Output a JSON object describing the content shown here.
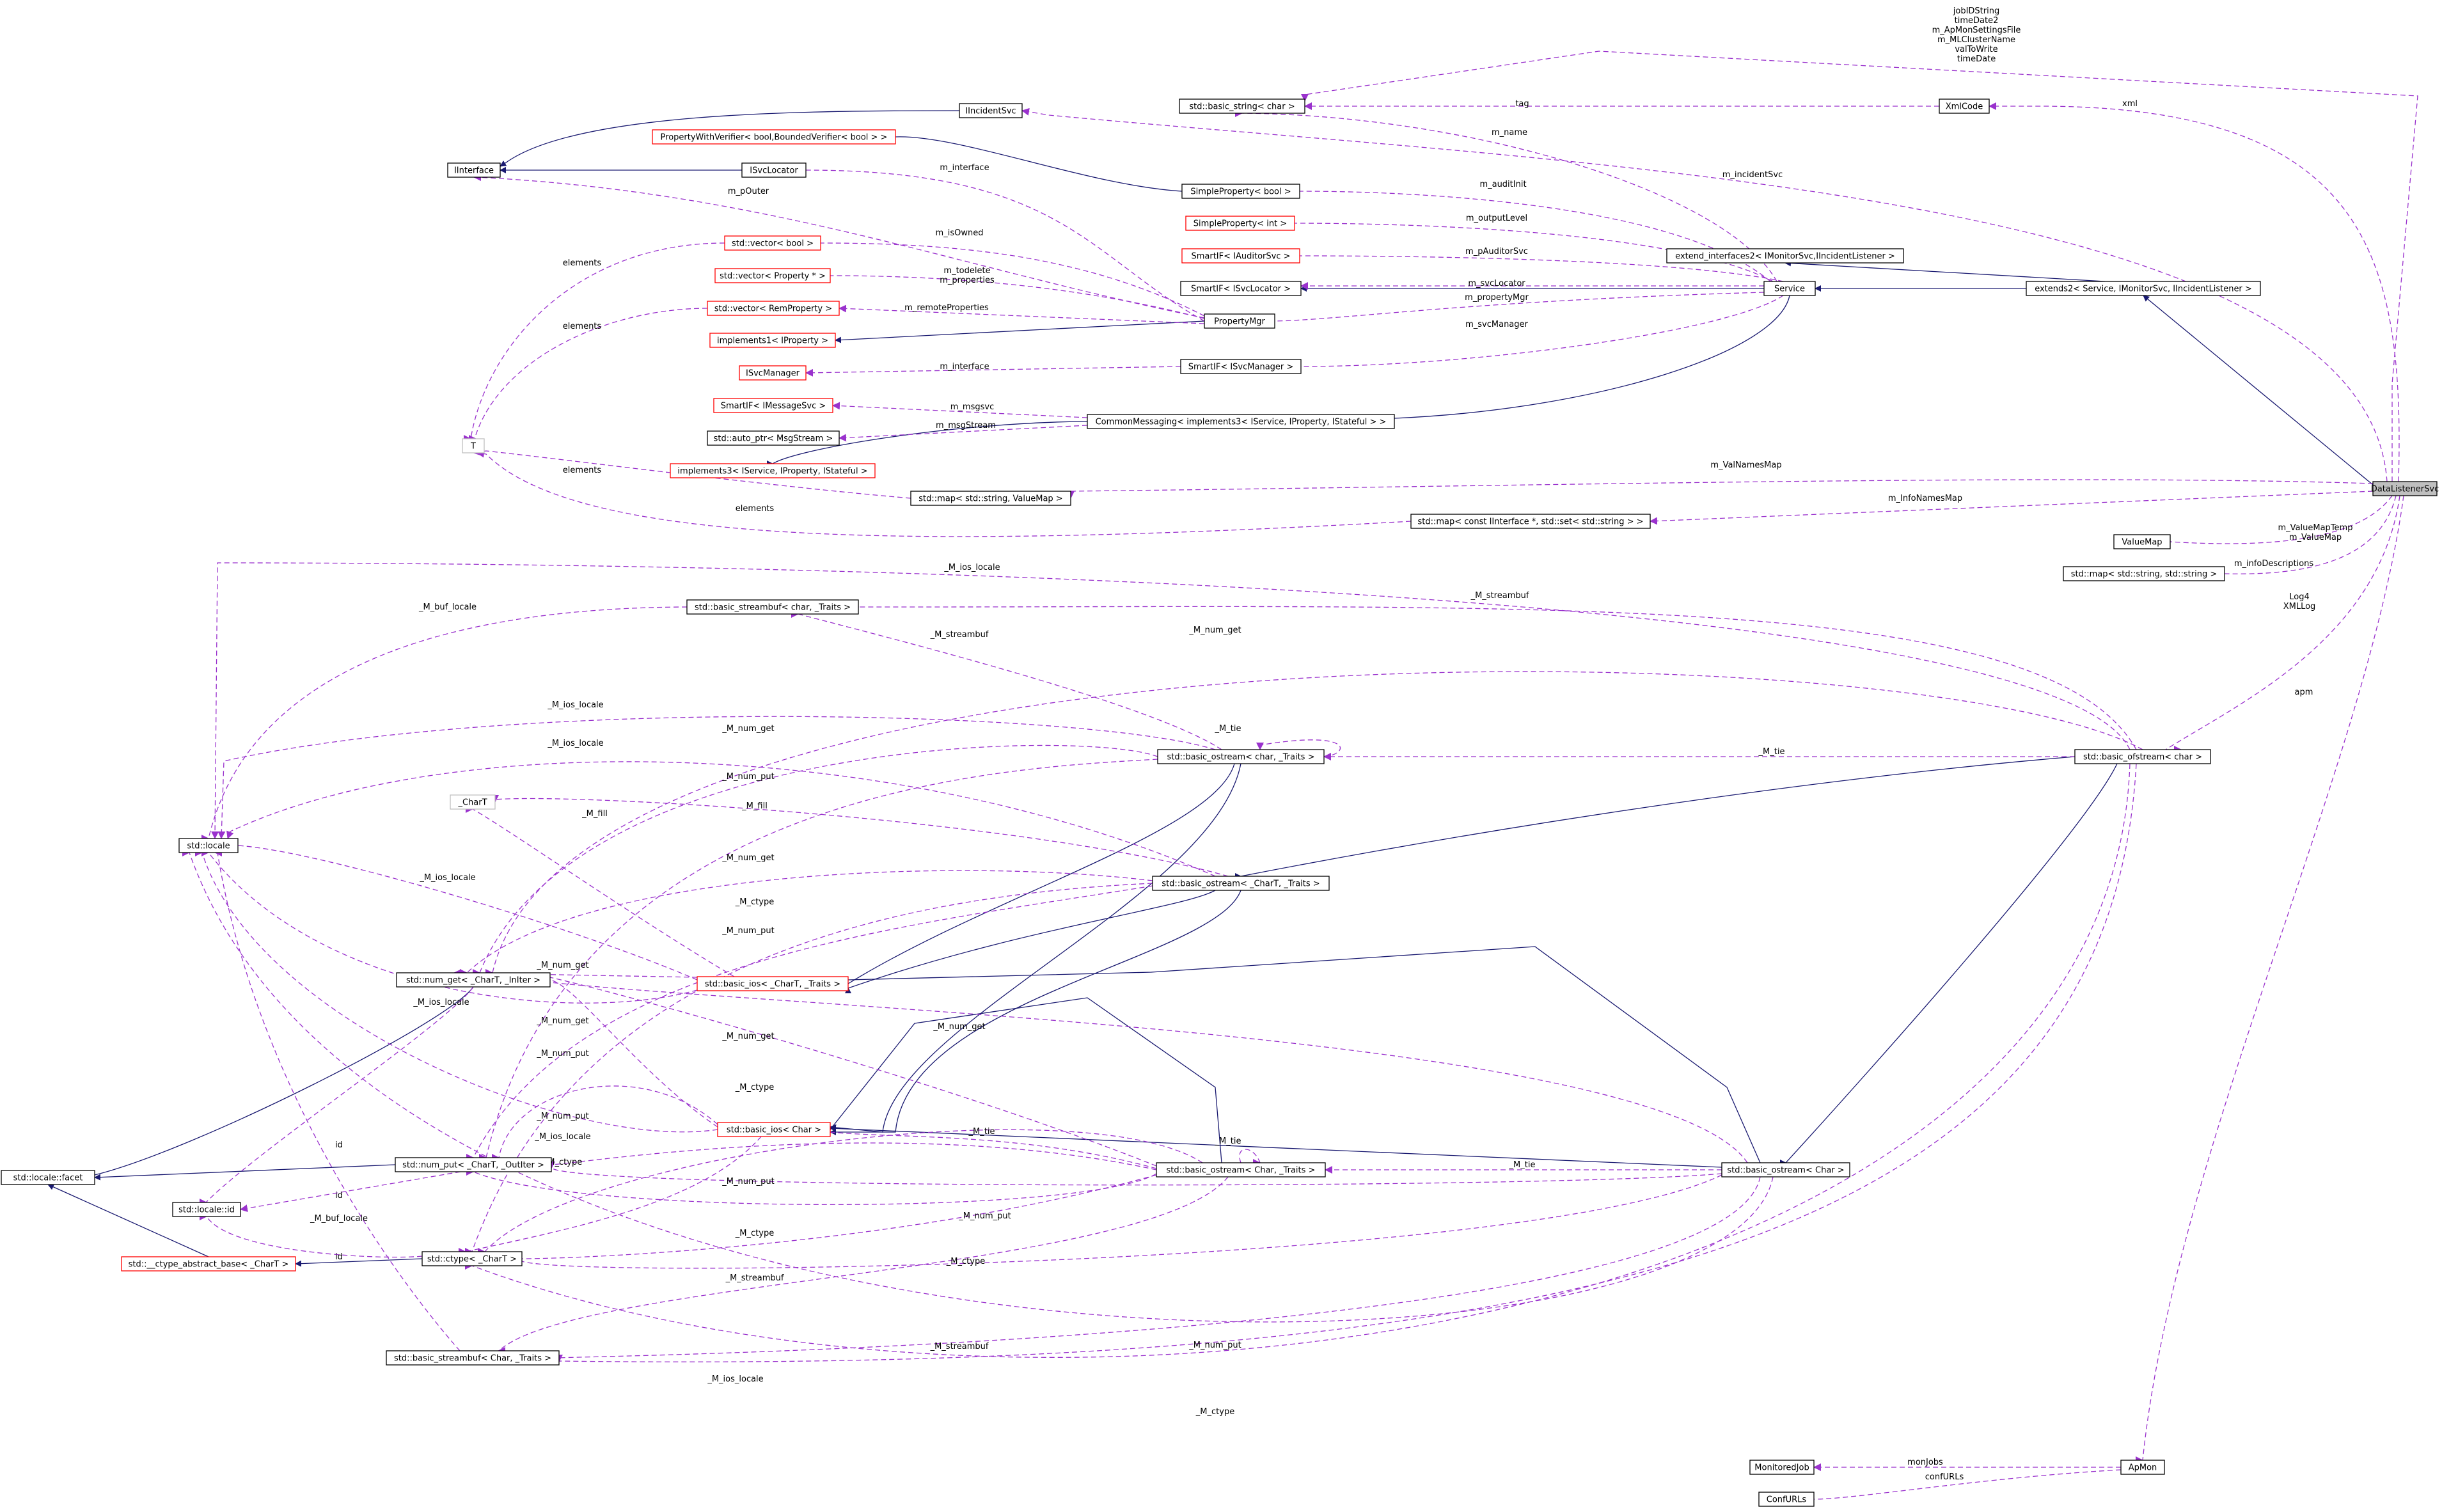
{
  "diagram": {
    "title": "",
    "colors": {
      "inheritance": "#191970",
      "usage": "#9a32cd",
      "incomplete_border": "#ff0000",
      "placeholder_border": "#bfbfbf",
      "focus_fill": "#bfbfbf"
    },
    "nodes": {
      "datalistenersvc": "DataListenerSvc",
      "xmlcode": "XmlCode",
      "basic_string_char": "std::basic_string< char >",
      "iincidentsvc": "IIncidentSvc",
      "propertywithverifier": "PropertyWithVerifier< bool,BoundedVerifier< bool > >",
      "interface": "IInterface",
      "isvclocator": "ISvcLocator",
      "simpleproperty_bool": "SimpleProperty< bool >",
      "simpleproperty_int": "SimpleProperty< int >",
      "smartif_iauditorsvc": "SmartIF< IAuditorSvc >",
      "smartif_isvclocator": "SmartIF< ISvcLocator >",
      "extend_interfaces2": "extend_interfaces2< IMonitorSvc,IIncidentListener >",
      "service": "Service",
      "extends2": "extends2< Service, IMonitorSvc, IIncidentListener >",
      "vector_bool": "std::vector< bool >",
      "vector_property": "std::vector< Property * >",
      "vector_remproperty": "std::vector< RemProperty >",
      "propertymgr": "PropertyMgr",
      "implements1": "implements1< IProperty >",
      "isvcmanager": "ISvcManager",
      "smartif_isvcmanager": "SmartIF< ISvcManager >",
      "smartif_imessagesvc": "SmartIF< IMessageSvc >",
      "auto_ptr": "std::auto_ptr< MsgStream >",
      "commonmessaging": "CommonMessaging< implements3< IService, IProperty, IStateful > >",
      "t": "T",
      "implements3": "implements3< IService, IProperty, IStateful >",
      "map_valuemap": "std::map< std::string, ValueMap >",
      "map_iinterface_set": "std::map< const IInterface *, std::set< std::string > >",
      "valuemap": "ValueMap",
      "map_string_string": "std::map< std::string, std::string >",
      "basic_streambuf_char": "std::basic_streambuf< char, _Traits >",
      "basic_ostream_char": "std::basic_ostream< char, _Traits >",
      "basic_ofstream_char": "std::basic_ofstream< char >",
      "chart": "_CharT",
      "locale": "std::locale",
      "basic_ostream_chart": "std::basic_ostream< _CharT, _Traits >",
      "num_get": "std::num_get< _CharT, _InIter >",
      "basic_ios_chart": "std::basic_ios< _CharT, _Traits >",
      "locale_facet": "std::locale::facet",
      "num_put": "std::num_put< _CharT, _OutIter >",
      "basic_ios_char": "std::basic_ios< Char >",
      "basic_ostream_Char_traits": "std::basic_ostream< Char, _Traits >",
      "basic_ostream_Char": "std::basic_ostream< Char >",
      "locale_id": "std::locale::id",
      "ctype_abstract_base": "std::__ctype_abstract_base< _CharT >",
      "ctype": "std::ctype< _CharT >",
      "basic_streambuf_Char": "std::basic_streambuf< Char, _Traits >",
      "monitoredjob": "MonitoredJob",
      "apmon": "ApMon",
      "confurls": "ConfURLs"
    },
    "edge_labels": {
      "string_members": "jobIDString\ntimeDate2\nm_ApMonSettingsFile\nm_MLClusterName\nvalToWrite\ntimeDate",
      "xml": "xml",
      "tag": "tag",
      "m_name": "m_name",
      "m_incidentSvc": "m_incidentSvc",
      "m_interface_1": "m_interface",
      "m_pOuter": "m_pOuter",
      "m_auditInit": "m_auditInit",
      "m_outputLevel": "m_outputLevel",
      "m_isOwned": "m_isOwned",
      "elements_1": "elements",
      "m_pAuditorSvc": "m_pAuditorSvc",
      "m_todelete": "m_todelete\nm_properties",
      "m_svcLocator": "m_svcLocator",
      "m_propertyMgr": "m_propertyMgr",
      "m_remoteProperties": "m_remoteProperties",
      "elements_2": "elements",
      "m_svcManager": "m_svcManager",
      "m_interface_2": "m_interface",
      "m_msgsvc": "m_msgsvc",
      "m_msgStream": "m_msgStream",
      "elements_3": "elements",
      "m_ValNamesMap": "m_ValNamesMap",
      "elements_4": "elements",
      "m_InfoNamesMap": "m_InfoNamesMap",
      "m_ValueMap": "m_ValueMapTemp\nm_ValueMap",
      "m_infoDescriptions": "m_infoDescriptions",
      "log": "Log4\nXMLLog",
      "apm": "apm",
      "M_ios_locale_1": "_M_ios_locale",
      "M_buf_locale_1": "_M_buf_locale",
      "M_streambuf_1": "_M_streambuf",
      "M_num_get_1": "_M_num_get",
      "M_streambuf_2": "_M_streambuf",
      "M_tie_1": "_M_tie",
      "M_ios_locale_2": "_M_ios_locale",
      "M_num_get_2": "_M_num_get",
      "M_ios_locale_3": "_M_ios_locale",
      "M_num_put_1": "_M_num_put",
      "M_tie_2": "_M_tie",
      "M_fill_1": "_M_fill",
      "M_fill_2": "_M_fill",
      "M_num_get_3": "_M_num_get",
      "M_ios_locale_4": "_M_ios_locale",
      "M_ctype_1": "_M_ctype",
      "M_num_put_2": "_M_num_put",
      "M_num_get_4": "_M_num_get",
      "M_ios_locale_5": "_M_ios_locale",
      "M_num_get_5": "_M_num_get",
      "M_num_get_6": "_M_num_get",
      "M_num_put_3": "_M_num_put",
      "M_num_get_7": "_M_num_get",
      "M_ctype_2": "_M_ctype",
      "id_1": "id",
      "M_num_put_4": "_M_num_put",
      "M_ios_locale_6": "_M_ios_locale",
      "M_tie_3": "_M_tie",
      "M_tie_4": "_M_tie",
      "M_ctype_3": "_M_ctype",
      "M_num_put_5": "_M_num_put",
      "M_tie_5": "_M_tie",
      "id_2": "id",
      "M_buf_locale_2": "_M_buf_locale",
      "M_num_put_6": "_M_num_put",
      "id_3": "id",
      "M_ctype_4": "_M_ctype",
      "M_ctype_5": "_M_ctype",
      "M_streambuf_3": "_M_streambuf",
      "M_streambuf_4": "_M_streambuf",
      "M_num_put_7": "_M_num_put",
      "M_ios_locale_7": "_M_ios_locale",
      "M_ctype_6": "_M_ctype",
      "monJobs": "monJobs",
      "confURLs": "confURLs"
    }
  }
}
